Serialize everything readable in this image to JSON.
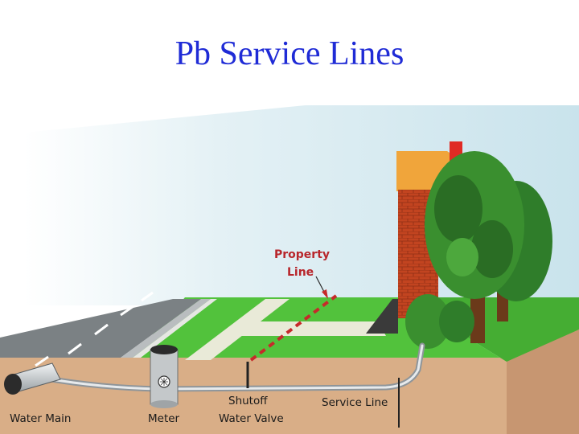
{
  "title": "Pb Service Lines",
  "labels": {
    "property_line": [
      "Property",
      "Line"
    ],
    "service_line": "Service Line",
    "shutoff_valve": [
      "Shutoff",
      "Water Valve"
    ],
    "meter": "Meter",
    "water_main": "Water Main"
  },
  "colors": {
    "title": "#1f2bd6",
    "sky": "#cfe6ee",
    "grass": "#4fc43a",
    "soil": "#d8ad86",
    "road": "#7d8386",
    "property_line": "#c62a2a"
  }
}
